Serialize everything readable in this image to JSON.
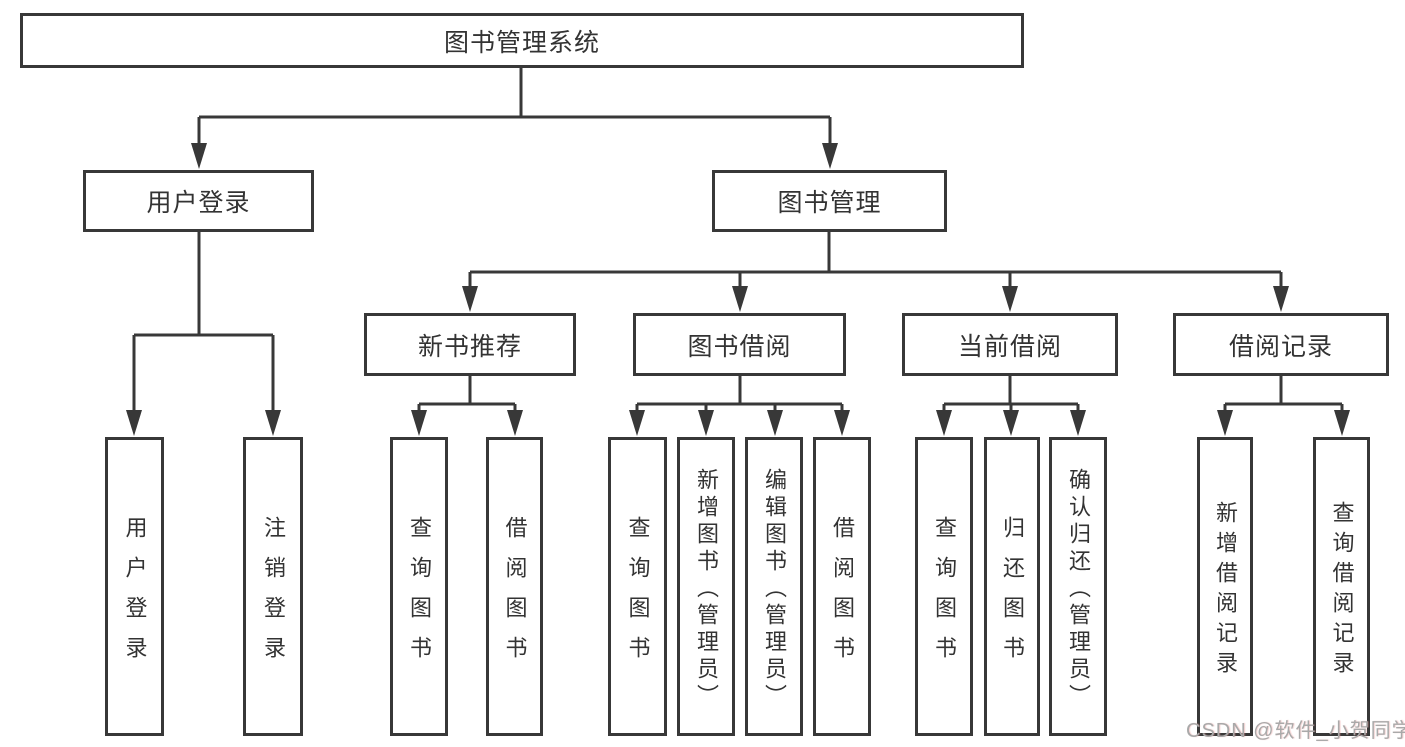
{
  "colors": {
    "line": "#383838",
    "text": "#333333",
    "box_background": "#ffffff",
    "page_background": "#ffffff",
    "watermark": "#a9a9a9"
  },
  "root": {
    "label": "图书管理系统"
  },
  "branches": [
    {
      "label": "用户登录",
      "leaves": [
        {
          "label": "用户登录"
        },
        {
          "label": "注销登录"
        }
      ]
    },
    {
      "label": "图书管理",
      "children": [
        {
          "label": "新书推荐",
          "leaves": [
            {
              "label": "查询图书"
            },
            {
              "label": "借阅图书"
            }
          ]
        },
        {
          "label": "图书借阅",
          "leaves": [
            {
              "label": "查询图书"
            },
            {
              "label": "新增图书（管理员）"
            },
            {
              "label": "编辑图书（管理员）"
            },
            {
              "label": "借阅图书"
            }
          ]
        },
        {
          "label": "当前借阅",
          "leaves": [
            {
              "label": "查询图书"
            },
            {
              "label": "归还图书"
            },
            {
              "label": "确认归还（管理员）"
            }
          ]
        },
        {
          "label": "借阅记录",
          "leaves": [
            {
              "label": "新增借阅记录"
            },
            {
              "label": "查询借阅记录"
            }
          ]
        }
      ]
    }
  ],
  "watermark": "CSDN @软件_小贺同学"
}
